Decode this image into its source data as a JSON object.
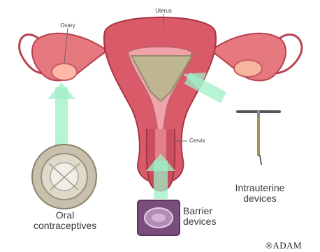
{
  "labels": {
    "uterus": "Uterus",
    "ovary": "Ovary",
    "cervix": "Cervix",
    "oral": "Oral\ncontraceptives",
    "barrier": "Barrier\ndevices",
    "iud": "Intrauterine\ndevices",
    "brand": "®ADAM"
  },
  "colors": {
    "tissue": "#d95b6a",
    "tissue_light": "#efa3a8",
    "arrow": "#9ff0c8",
    "iud_fill": "#c8cf9f",
    "pill_pack": "#bfb9a8",
    "barrier_box": "#7a4d7d"
  }
}
